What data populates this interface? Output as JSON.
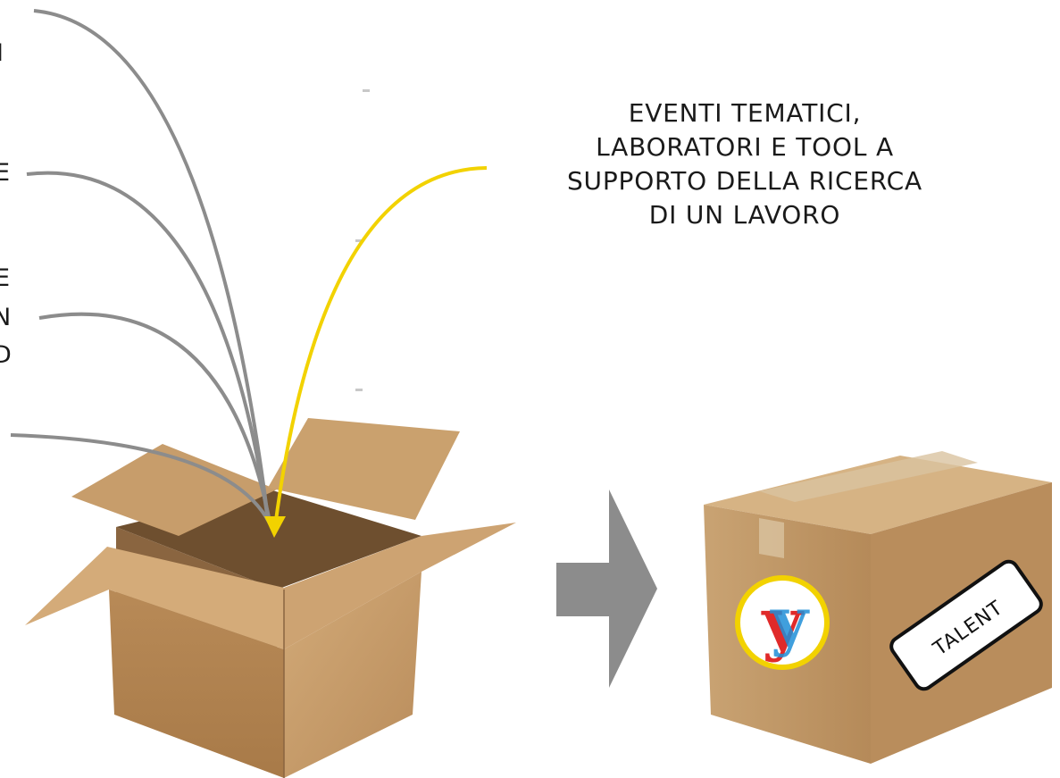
{
  "headline": {
    "lines": [
      "EVENTI TEMATICI,",
      "LABORATORI E TOOL A",
      "SUPPORTO DELLA RICERCA",
      "DI UN LAVORO"
    ]
  },
  "left_fragments": {
    "item1": "I",
    "item2": "E",
    "item3_line1": "E",
    "item3_line2": "N",
    "item3_line3": "D"
  },
  "tag": {
    "text": "TALENT"
  },
  "colors": {
    "highlight_curve": "#f2d200",
    "gray_curve": "#8c8c8c",
    "arrow": "#8c8c8c",
    "box": "#c49a66",
    "logo_ring": "#f2d200"
  },
  "icons": [
    "open-box-icon",
    "closed-box-icon",
    "right-arrow-icon",
    "y-logo-icon",
    "talent-tag-icon"
  ]
}
